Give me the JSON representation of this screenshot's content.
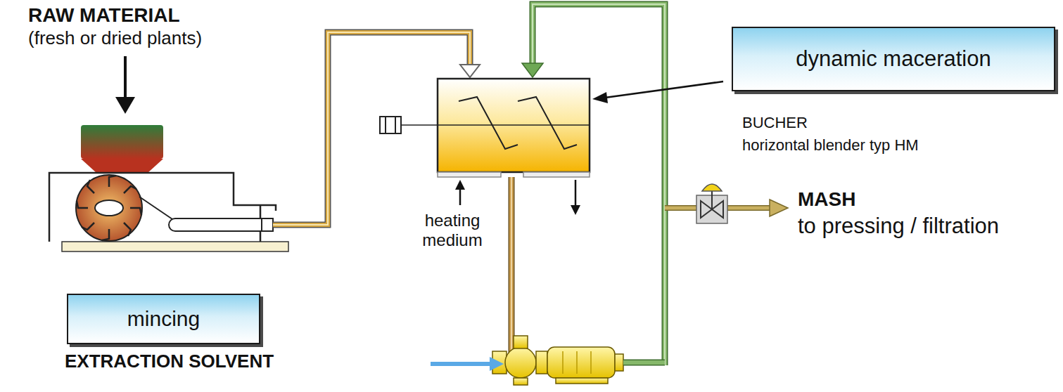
{
  "diagram": {
    "nodes": [
      {
        "text": [
          "dynamic maceration"
        ]
      },
      {
        "text": [
          "mincing"
        ]
      }
    ],
    "labels": [
      "RAW MATERIAL",
      "(fresh or dried plants)",
      "BUCHER",
      "horizontal blender typ HM",
      "heating medium",
      "MASH",
      "to pressing / filtration",
      "EXTRACTION SOLVENT"
    ]
  }
}
